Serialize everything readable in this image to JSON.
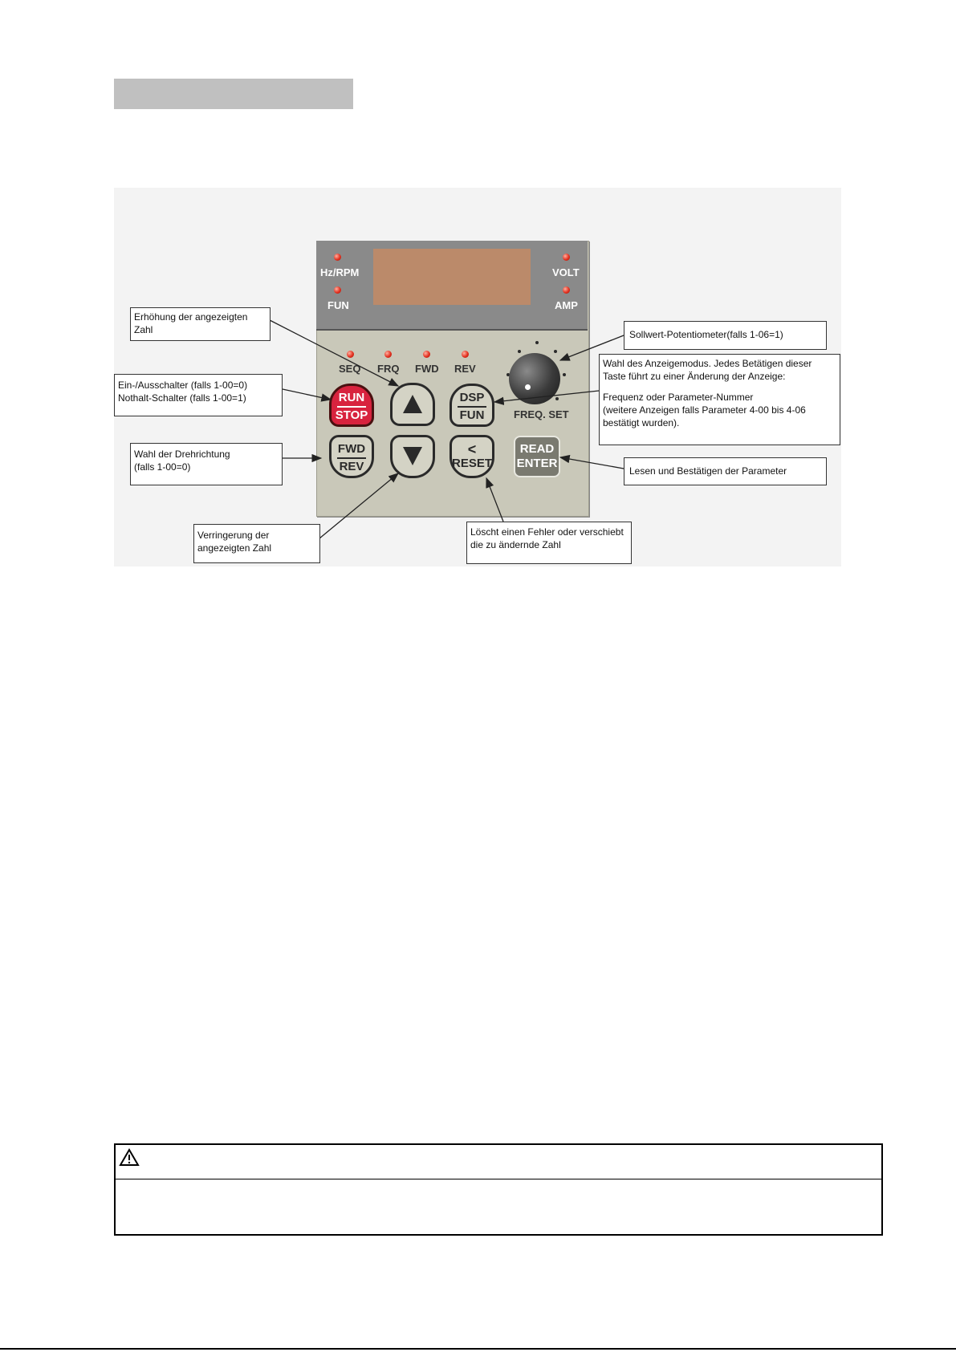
{
  "panel": {
    "top_indicators": [
      "Hz/RPM",
      "FUN",
      "VOLT",
      "AMP"
    ],
    "status_indicators": [
      "SEQ",
      "FRQ",
      "FWD",
      "REV"
    ],
    "knob_label": "FREQ. SET",
    "keys": {
      "run_stop": [
        "RUN",
        "STOP"
      ],
      "fwd_rev": [
        "FWD",
        "REV"
      ],
      "dsp_fun": [
        "DSP",
        "FUN"
      ],
      "reset": [
        "<",
        "RESET"
      ],
      "read_enter": [
        "READ",
        "ENTER"
      ]
    },
    "icons": {
      "up": "up-arrow-icon",
      "down": "down-arrow-icon"
    }
  },
  "callouts": {
    "increase": "Erhöhung der angezeigten Zahl",
    "run_stop": [
      "Ein-/Ausschalter (falls 1-00=0)",
      "Nothalt-Schalter (falls 1-00=1)"
    ],
    "direction": [
      "Wahl der Drehrichtung",
      "(falls 1-00=0)"
    ],
    "decrease": "Verringerung der angezeigten Zahl",
    "potentiometer": "Sollwert-Potentiometer(falls 1-06=1)",
    "display_mode": [
      "Wahl des Anzeigemodus. Jedes Betätigen dieser Taste führt zu einer Änderung der Anzeige:",
      "Frequenz oder Parameter-Nummer",
      "(weitere Anzeigen falls Parameter 4-00 bis 4-06 bestätigt wurden)."
    ],
    "read_enter": "Lesen und Bestätigen der Parameter",
    "reset": "Löscht einen Fehler oder verschiebt die zu ändernde Zahl"
  },
  "warning": {
    "icon": "warning-triangle-icon"
  }
}
